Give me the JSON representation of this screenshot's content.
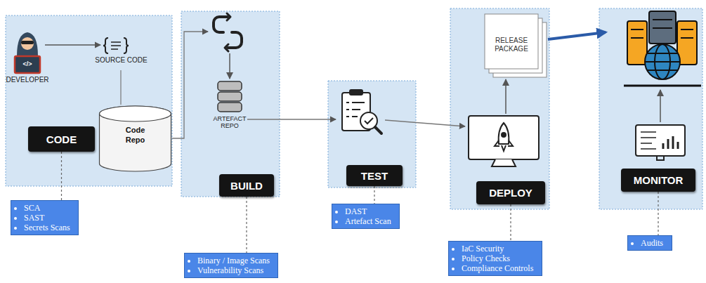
{
  "diagram": {
    "nodes": [
      {
        "text": [
          "CODE"
        ]
      },
      {
        "text": [
          "Code Repo"
        ]
      },
      {
        "text": [
          "SCA",
          "SAST",
          "Secrets Scans"
        ]
      },
      {
        "text": [
          "BUILD"
        ]
      },
      {
        "text": [
          "Binary / Image Scans",
          "Vulnerability Scans"
        ]
      },
      {
        "text": [
          "TEST"
        ]
      },
      {
        "text": [
          "DAST",
          "Artefact Scan"
        ]
      },
      {
        "text": [
          "DEPLOY"
        ]
      },
      {
        "text": [
          "IaC Security",
          "Policy Checks",
          "Compliance Controls"
        ]
      },
      {
        "text": [
          "MONITOR"
        ]
      },
      {
        "text": [
          "Audits"
        ]
      }
    ],
    "edges": [
      {
        "from": 0,
        "to": 2,
        "arrow": "none"
      },
      {
        "from": 3,
        "to": 4,
        "arrow": "none"
      },
      {
        "from": 5,
        "to": 6,
        "arrow": "none"
      },
      {
        "from": 7,
        "to": 8,
        "arrow": "none"
      },
      {
        "from": 9,
        "to": 10,
        "arrow": "none"
      }
    ],
    "labels": [
      "</>",
      "DEVELOPER",
      "SOURCE CODE",
      "ARTEFACT REPO",
      "RELEASE PACKAGE"
    ]
  }
}
